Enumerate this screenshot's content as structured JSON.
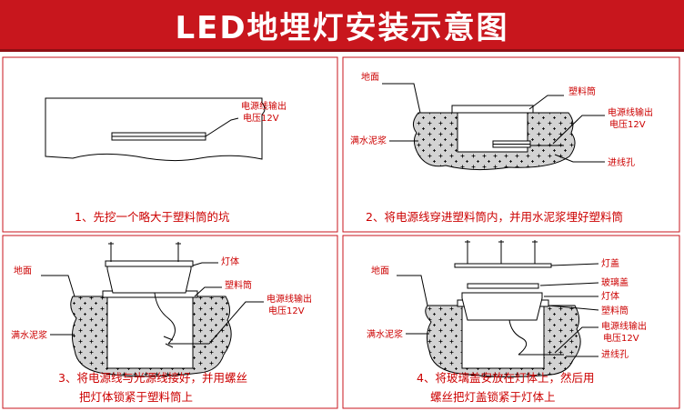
{
  "title": "LED地埋灯安装示意图",
  "labels": {
    "ground": "地面",
    "cement": "满水泥浆",
    "sleeve": "塑料筒",
    "power_line": "电源线输出",
    "voltage": "电压12V",
    "inlet_hole": "进线孔",
    "lamp_body": "灯体",
    "lamp_cover": "灯盖",
    "glass_cover": "玻璃盖"
  },
  "steps": [
    {
      "lines": [
        "1、先挖一个略大于塑料筒的坑"
      ]
    },
    {
      "lines": [
        "2、将电源线穿进塑料筒内，并用水泥浆埋好塑料筒"
      ]
    },
    {
      "lines": [
        "3、将电源线与光源线接好，并用螺丝",
        "把灯体锁紧于塑料筒上"
      ]
    },
    {
      "lines": [
        "4、将玻璃盖安放在灯体上，然后用",
        "螺丝把灯盖锁紧于灯体上"
      ]
    }
  ],
  "colors": {
    "banner": "#c8161d",
    "label_text": "#cc0000",
    "earth_fill": "#d3d3d3"
  }
}
